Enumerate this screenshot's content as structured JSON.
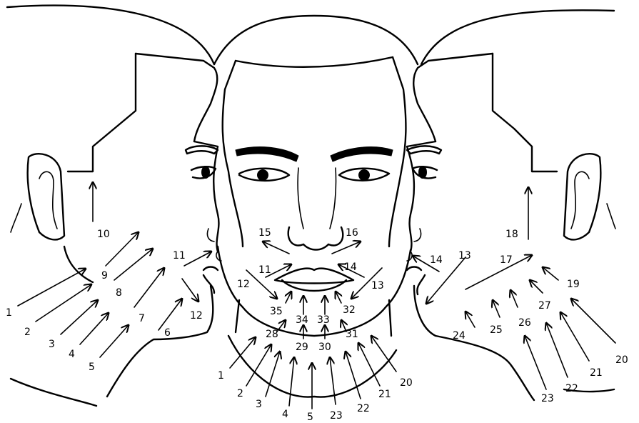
{
  "diagram": {
    "left_profile_labels": [
      "1",
      "2",
      "3",
      "4",
      "5",
      "6",
      "7",
      "8",
      "9",
      "10",
      "11",
      "12"
    ],
    "front_labels": [
      "1",
      "2",
      "3",
      "4",
      "5",
      "11",
      "12",
      "13",
      "14",
      "15",
      "16",
      "20",
      "21",
      "22",
      "23",
      "28",
      "29",
      "30",
      "31",
      "32",
      "33",
      "34",
      "35"
    ],
    "right_profile_labels": [
      "13",
      "14",
      "17",
      "18",
      "19",
      "20",
      "21",
      "22",
      "23",
      "24",
      "25",
      "26",
      "27"
    ]
  }
}
